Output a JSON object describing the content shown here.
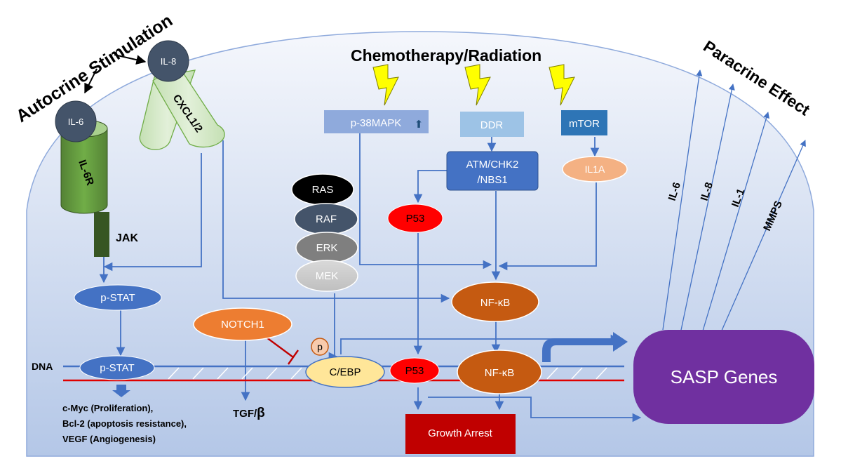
{
  "titles": {
    "autocrine": "Autocrine Stimulation",
    "chemo": "Chemotherapy/Radiation",
    "paracrine": "Paracrine Effect"
  },
  "ligands": {
    "il6": "IL-6",
    "il8": "IL-8"
  },
  "receptors": {
    "il6r": "IL-6R",
    "cxcl": "CXCL1/2",
    "jak": "JAK"
  },
  "nodes": {
    "p38": "p-38MAPK",
    "p38_arrow": "⬆",
    "ddr": "DDR",
    "mtor": "mTOR",
    "atm_line1": "ATM/CHK2",
    "atm_line2": "/NBS1",
    "il1a": "IL1A",
    "ras": "RAS",
    "raf": "RAF",
    "erk": "ERK",
    "mek": "MEK",
    "p53_upper": "P53",
    "pstat_upper": "p-STAT",
    "notch1": "NOTCH1",
    "p_small": "p",
    "nfkb_upper": "NF-κB",
    "dna": "DNA",
    "pstat_dna": "p-STAT",
    "cebp": "C/EBP",
    "p53_dna": "P53",
    "nfkb_dna": "NF-κB",
    "sasp": "SASP Genes",
    "tgf_text": "TGF/",
    "tgf_beta": "β",
    "growth_arrest": "Growth Arrest"
  },
  "outcomes": [
    "c-Myc (Proliferation),",
    "Bcl-2 (apoptosis resistance),",
    "VEGF (Angiogenesis)"
  ],
  "paracrine_factors": [
    "IL-6",
    "IL-8",
    "IL-1",
    "MMPS"
  ],
  "colors": {
    "cell_fill_top": "#f3f6fb",
    "cell_fill_bottom": "#b7c9e8",
    "arrow": "#4472c4",
    "red_line": "#e00000",
    "navy": "#44546a",
    "green": "#70ad47",
    "orange": "#c55a11",
    "purple": "#7030a0",
    "lightning": "#ffff00"
  }
}
